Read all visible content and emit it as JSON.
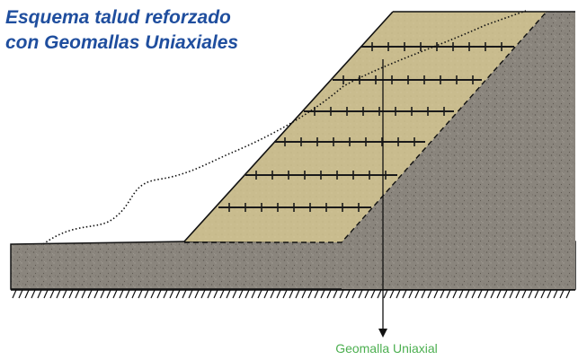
{
  "title": {
    "line1": "Esquema talud reforzado",
    "line2": "con Geomallas Uniaxiales"
  },
  "callout": {
    "label": "Geomalla Uniaxial"
  },
  "colors": {
    "title": "#1f4e9e",
    "label": "#4caf50",
    "natural_soil": "#8a857d",
    "soil_speckle": "#5f5a53",
    "reinforced_fill": "#c9bc8e",
    "geogrid": "#1a1a1a",
    "outline": "#111111"
  },
  "icons": {
    "ground_hatch": "ground-hatch-icon",
    "arrow": "arrow-down-icon"
  }
}
